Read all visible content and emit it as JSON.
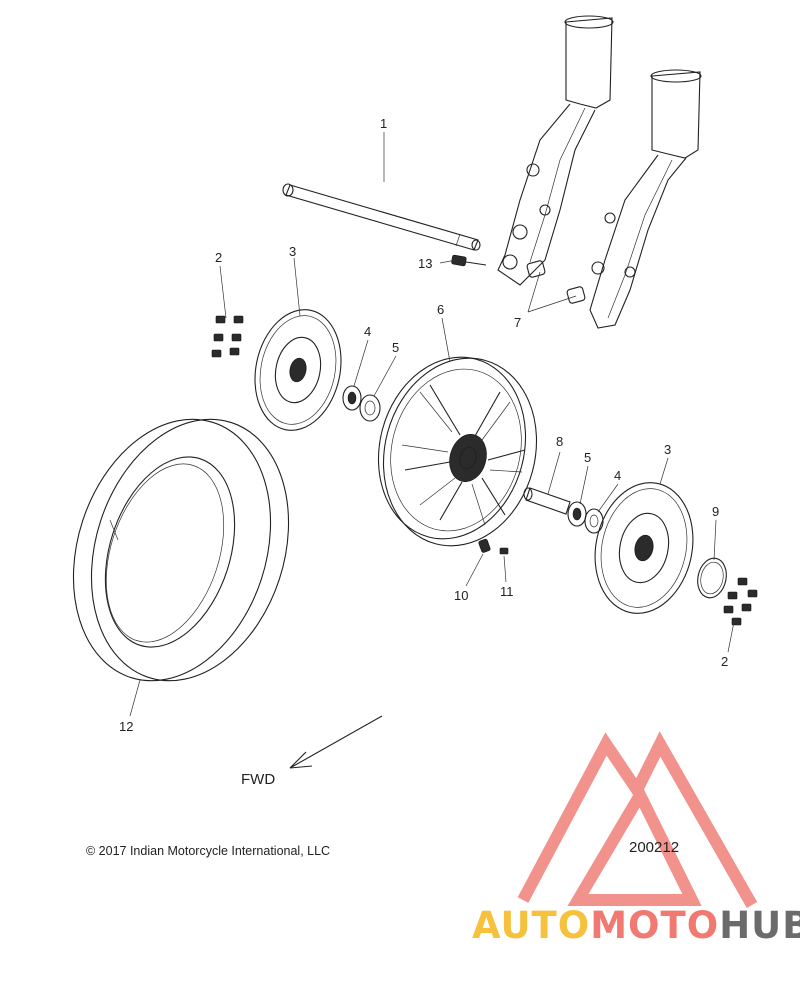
{
  "diagram": {
    "callouts": {
      "c1": "1",
      "c2a": "2",
      "c3a": "3",
      "c4a": "4",
      "c5a": "5",
      "c6": "6",
      "c7": "7",
      "c8": "8",
      "c5b": "5",
      "c4b": "4",
      "c3b": "3",
      "c9": "9",
      "c10": "10",
      "c11": "11",
      "c2b": "2",
      "c12": "12",
      "c13": "13"
    },
    "direction_label": "FWD",
    "copyright": "© 2017 Indian Motorcycle International, LLC",
    "document_number": "200212"
  },
  "watermark": {
    "part1": "AUTO",
    "part2": "MOTO",
    "part3": "HUB",
    "colors": {
      "auto": "#f6c23e",
      "moto": "#f07a72",
      "hub": "#6b6b6b",
      "triangle": "#f0807a"
    }
  }
}
